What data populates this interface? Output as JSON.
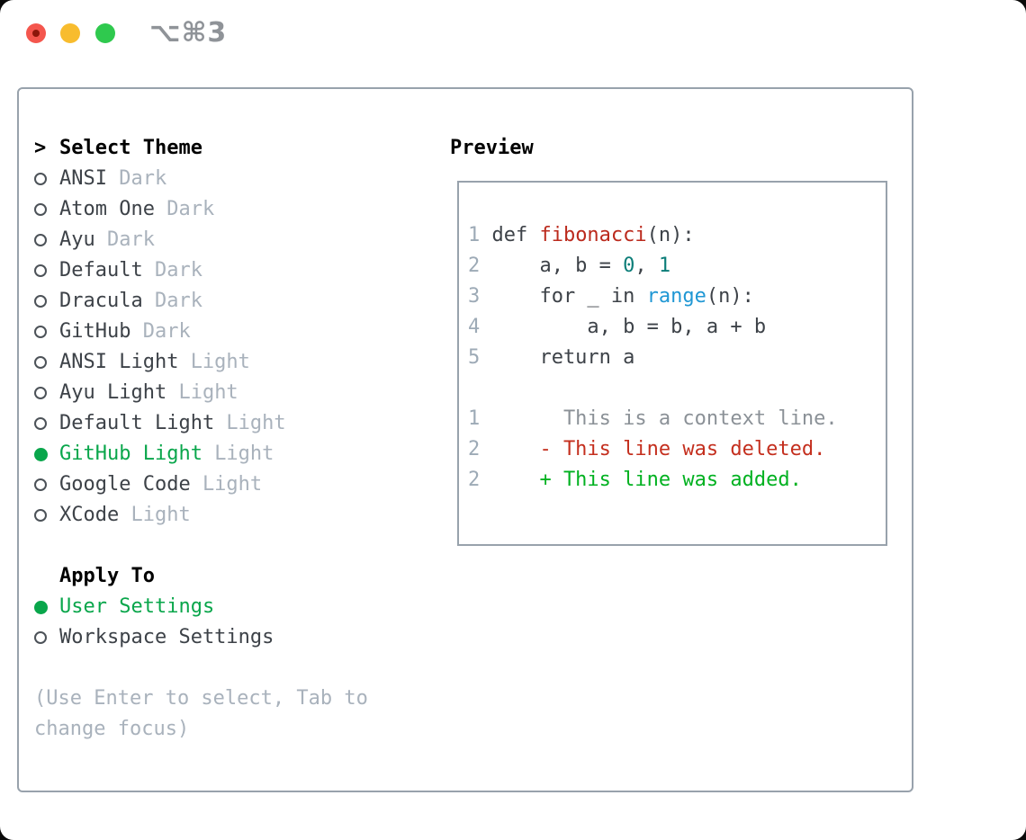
{
  "window": {
    "title": "⌥⌘3"
  },
  "colors": {
    "selection_green": "#09a64b",
    "diff_added_green": "#00b120",
    "diff_deleted_red": "#c42f1e",
    "function_red": "#bb2a1d",
    "number_teal": "#0b7d78",
    "builtin_blue": "#1f97d4",
    "code_plain": "#3d4248",
    "list_text": "#3d4248",
    "context_gray": "#8b9197",
    "line_number_gray": "#9daab6",
    "variant_gray": "#a9b2bc",
    "hint_gray": "#a9b2bc",
    "panel_border": "#98a2ac",
    "traffic_red": "#f4564d",
    "traffic_yellow": "#f8bc2e",
    "traffic_green": "#2fc94e",
    "title_gray": "#8f9398"
  },
  "theme_panel": {
    "header": {
      "prompt": ">",
      "label": "Select Theme"
    },
    "themes": [
      {
        "name": "ANSI",
        "variant": "Dark",
        "selected": false
      },
      {
        "name": "Atom One",
        "variant": "Dark",
        "selected": false
      },
      {
        "name": "Ayu",
        "variant": "Dark",
        "selected": false
      },
      {
        "name": "Default",
        "variant": "Dark",
        "selected": false
      },
      {
        "name": "Dracula",
        "variant": "Dark",
        "selected": false
      },
      {
        "name": "GitHub",
        "variant": "Dark",
        "selected": false
      },
      {
        "name": "ANSI Light",
        "variant": "Light",
        "selected": false
      },
      {
        "name": "Ayu Light",
        "variant": "Light",
        "selected": false
      },
      {
        "name": "Default Light",
        "variant": "Light",
        "selected": false
      },
      {
        "name": "GitHub Light",
        "variant": "Light",
        "selected": true
      },
      {
        "name": "Google Code",
        "variant": "Light",
        "selected": false
      },
      {
        "name": "XCode",
        "variant": "Light",
        "selected": false
      }
    ],
    "apply_to": {
      "label": "Apply To",
      "options": [
        {
          "name": "User Settings",
          "selected": true
        },
        {
          "name": "Workspace Settings",
          "selected": false
        }
      ]
    },
    "hint_lines": [
      "(Use Enter to select, Tab to",
      "change focus)"
    ]
  },
  "preview": {
    "label": "Preview",
    "code_lines": [
      {
        "num": "1",
        "tokens": [
          {
            "t": "def ",
            "c": "plain"
          },
          {
            "t": "fibonacci",
            "c": "func"
          },
          {
            "t": "(n):",
            "c": "plain"
          }
        ]
      },
      {
        "num": "2",
        "tokens": [
          {
            "t": "    a, b = ",
            "c": "plain"
          },
          {
            "t": "0",
            "c": "number"
          },
          {
            "t": ", ",
            "c": "plain"
          },
          {
            "t": "1",
            "c": "number"
          }
        ]
      },
      {
        "num": "3",
        "tokens": [
          {
            "t": "    for _ in ",
            "c": "plain"
          },
          {
            "t": "range",
            "c": "builtin"
          },
          {
            "t": "(n):",
            "c": "plain"
          }
        ]
      },
      {
        "num": "4",
        "tokens": [
          {
            "t": "        a, b = b, a + b",
            "c": "plain"
          }
        ]
      },
      {
        "num": "5",
        "tokens": [
          {
            "t": "    return a",
            "c": "plain"
          }
        ]
      },
      {
        "num": "",
        "tokens": []
      },
      {
        "num": "1",
        "tokens": [
          {
            "t": "      This is a context line.",
            "c": "context"
          }
        ]
      },
      {
        "num": "2",
        "tokens": [
          {
            "t": "    - This line was deleted.",
            "c": "deleted"
          }
        ]
      },
      {
        "num": "2",
        "tokens": [
          {
            "t": "    + This line was added.",
            "c": "added"
          }
        ]
      }
    ]
  }
}
